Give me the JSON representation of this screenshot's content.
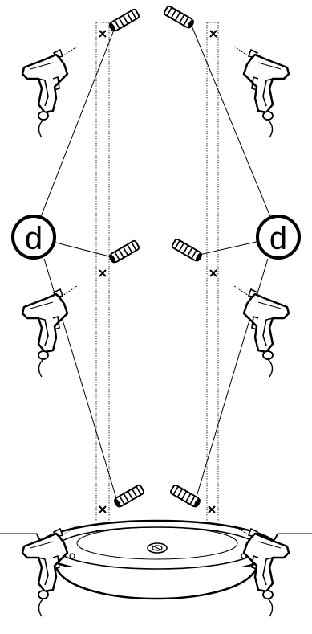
{
  "figure": {
    "callouts": [
      {
        "id": "left",
        "label": "d"
      },
      {
        "id": "right",
        "label": "d"
      }
    ],
    "icons": {
      "drill": "power-drill-icon",
      "anchor": "wall-plug-anchor-icon",
      "mark": "drill-mark-x-icon",
      "fixture": "round-ceiling-light-base-icon"
    },
    "colors": {
      "ink": "#000000",
      "paper": "#ffffff"
    }
  }
}
